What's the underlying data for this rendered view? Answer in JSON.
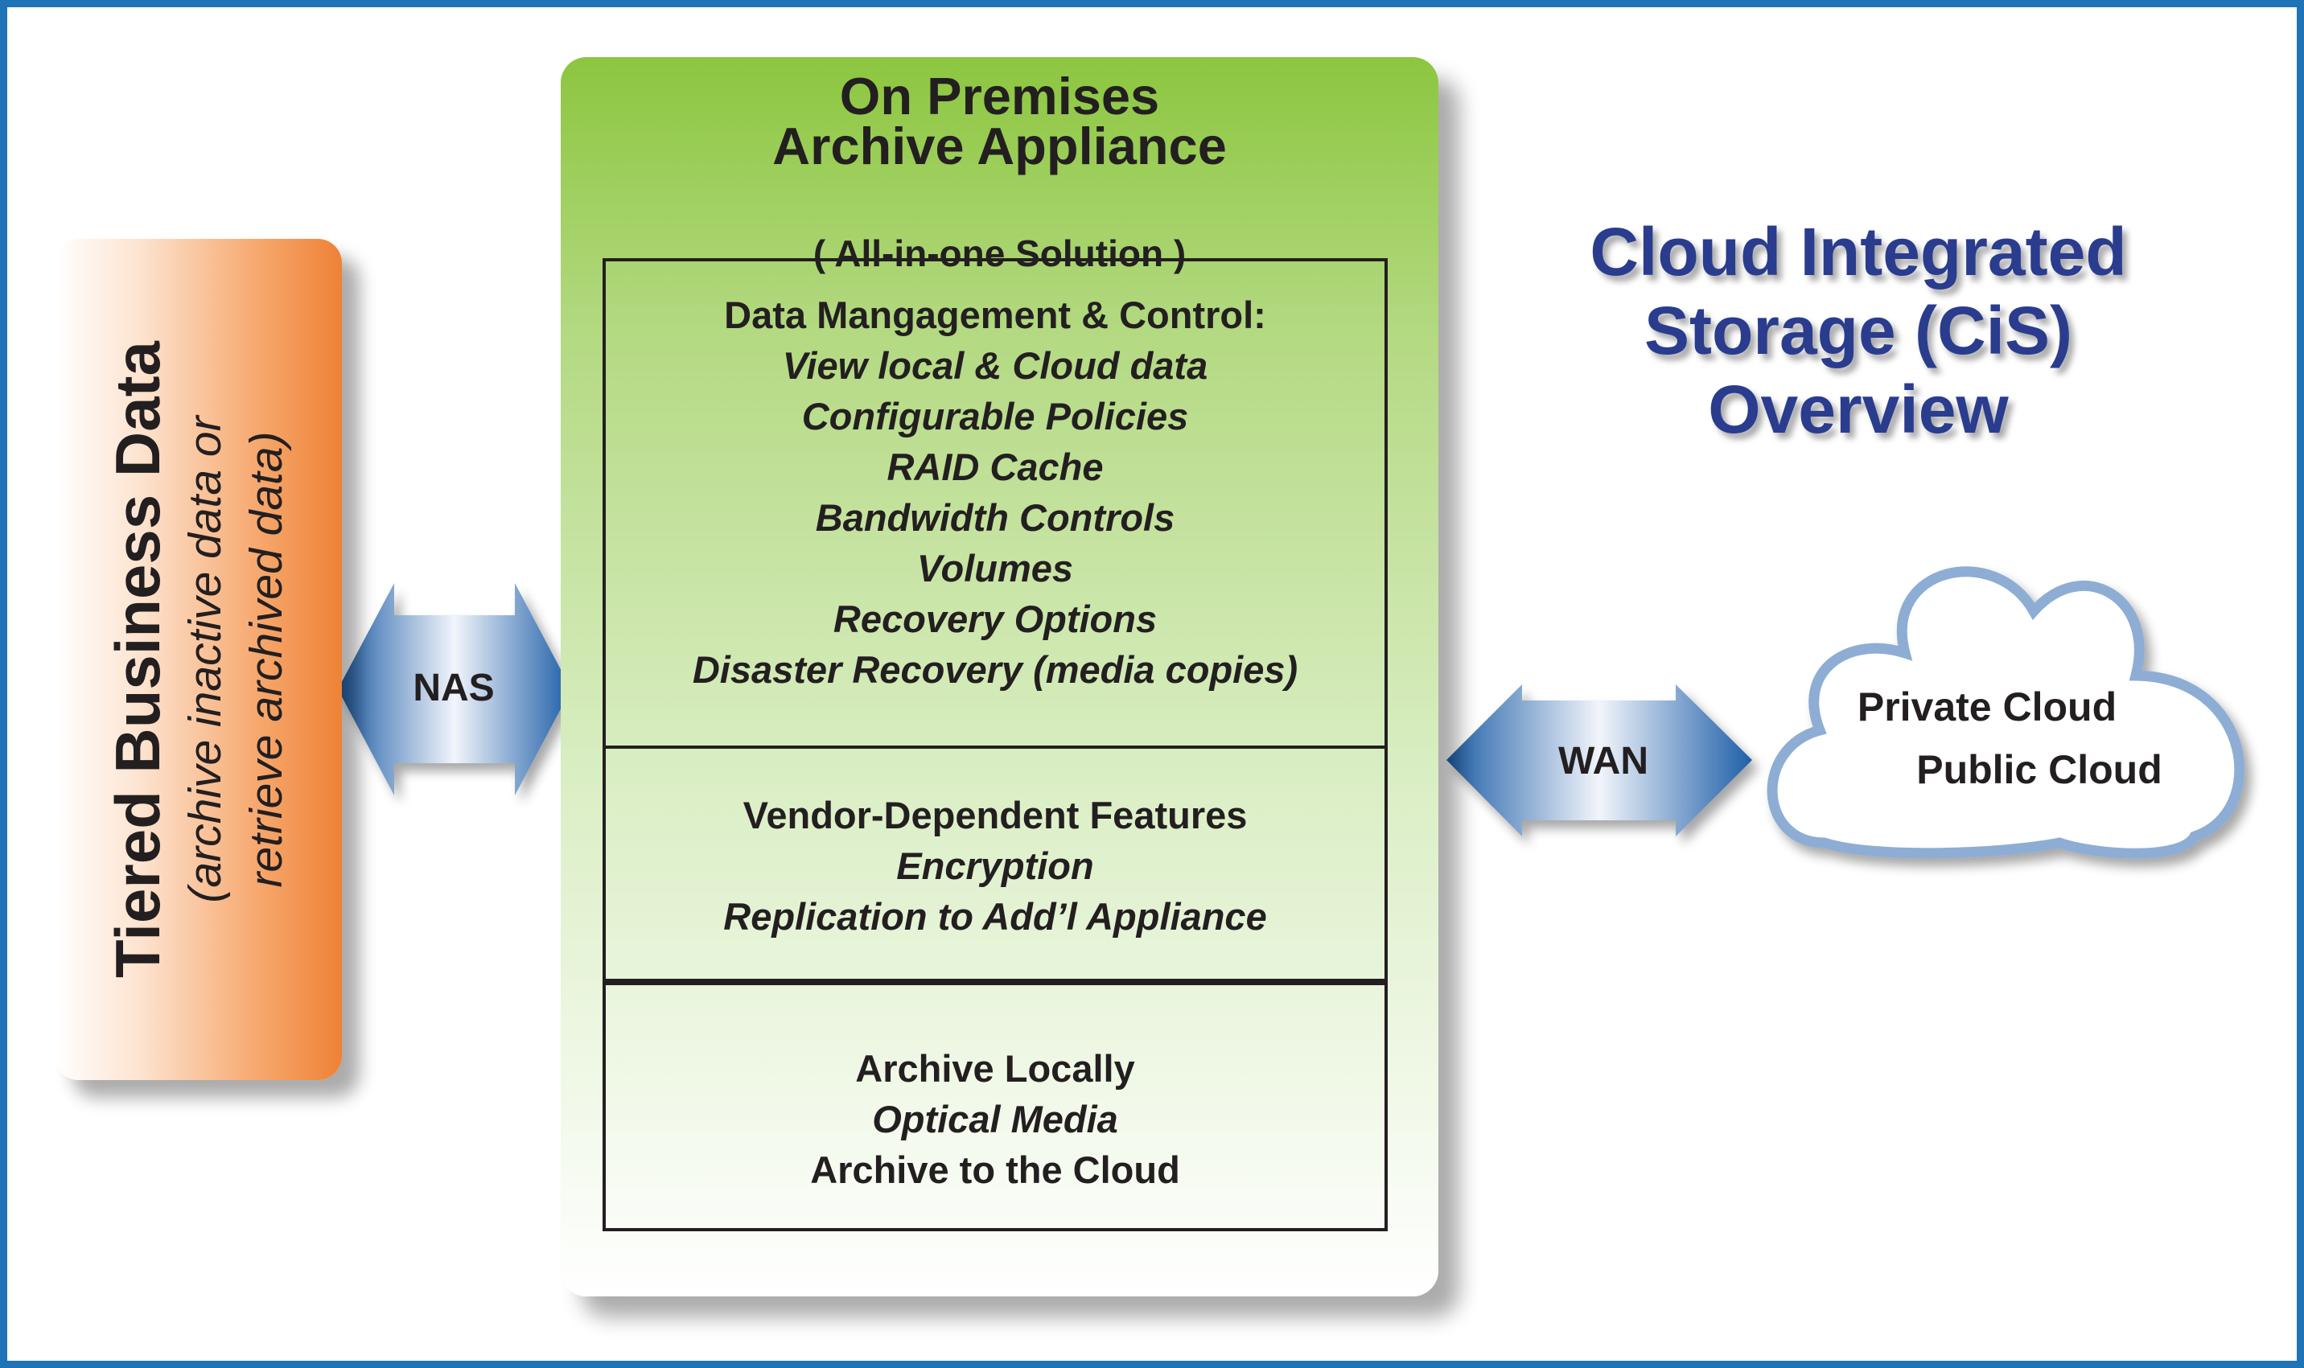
{
  "tier_card": {
    "title": "Tiered Business Data",
    "subtitle_line1": "(archive inactive data or",
    "subtitle_line2": "retrieve archived data)"
  },
  "nas_link": {
    "label": "NAS"
  },
  "appliance": {
    "title_line1": "On Premises",
    "title_line2": "Archive Appliance",
    "subtitle": "( All-in-one Solution )",
    "data_management": {
      "heading": "Data Mangagement & Control:",
      "items": [
        "View local & Cloud data",
        "Configurable Policies",
        "RAID Cache",
        "Bandwidth Controls",
        "Volumes",
        "Recovery Options",
        "Disaster Recovery (media copies)"
      ]
    },
    "vendor_features": {
      "heading": "Vendor-Dependent Features",
      "items": [
        "Encryption",
        "Replication to Add’l Appliance"
      ]
    },
    "archive": {
      "line1": "Archive Locally",
      "line2": "Optical Media",
      "line3": "Archive to the Cloud"
    }
  },
  "overview_title": {
    "line1": "Cloud Integrated",
    "line2": "Storage (CiS)",
    "line3": "Overview"
  },
  "wan_link": {
    "label": "WAN"
  },
  "cloud": {
    "private_label": "Private Cloud",
    "public_label": "Public Cloud"
  },
  "colors": {
    "frame": "#1f73b7",
    "title_navy": "#2a3c8e",
    "appliance_green": "#8cc63f",
    "tier_orange": "#ee8235",
    "cloud_outline": "#8eadd4",
    "arrow_blue": "#1f5fa8"
  }
}
